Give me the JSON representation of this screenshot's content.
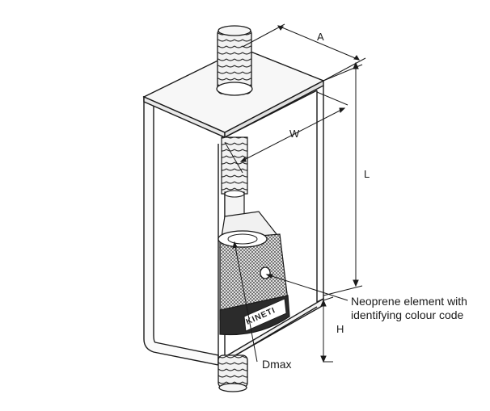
{
  "diagram": {
    "dimensions": {
      "a": "A",
      "w": "W",
      "l": "L",
      "h": "H",
      "dmax": "Dmax"
    },
    "callout": {
      "line1": "Neoprene element with",
      "line2": "identifying colour code"
    },
    "brand_text": "KINETI",
    "colors": {
      "line": "#1a1a1a",
      "mesh": "#555555",
      "band": "#2b2b2b",
      "metal": "#e9e9e9"
    }
  }
}
